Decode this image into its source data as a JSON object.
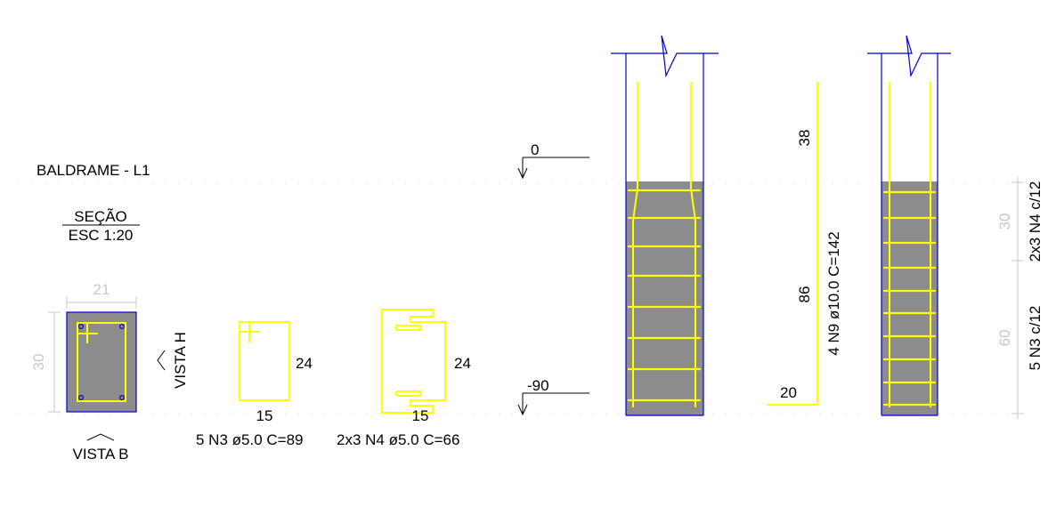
{
  "title": "BALDRAME - L1",
  "section": {
    "heading": "SEÇÃO",
    "scale": "ESC 1:20",
    "width_label": "21",
    "height_label": "30",
    "view_b": "VISTA B",
    "view_h": "VISTA H"
  },
  "stirrup_n3": {
    "height_label": "24",
    "width_label": "15",
    "caption": "5 N3 ø5.0 C=89"
  },
  "stirrup_n4": {
    "height_label": "24",
    "width_label": "15",
    "caption": "2x3 N4 ø5.0 C=66"
  },
  "elevation": {
    "top_level": "0",
    "bottom_level": "-90"
  },
  "bar_n9": {
    "top_length": "38",
    "lower_length": "86",
    "hook_length": "20",
    "caption": "4 N9 ø10.0 C=142"
  },
  "spacing": {
    "upper_label": "30",
    "lower_label": "60",
    "upper_caption": "2x3 N4 c/12",
    "lower_caption": "5 N3 c/12"
  },
  "colors": {
    "rebar": "#ffff00",
    "outline": "#0000cc",
    "concrete": "#8c8c8c",
    "dimension_grey": "#c8c8c8",
    "text": "#000000"
  }
}
